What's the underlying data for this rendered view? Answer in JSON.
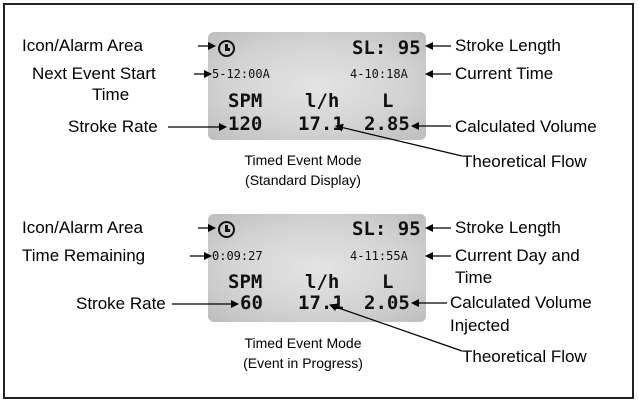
{
  "panel1": {
    "labels": {
      "icon_alarm_area": "Icon/Alarm Area",
      "next_event": "Next Event Start",
      "next_event_2": "Time",
      "stroke_rate": "Stroke Rate",
      "stroke_length": "Stroke Length",
      "current_time": "Current Time",
      "calculated_volume": "Calculated Volume",
      "theoretical_flow": "Theoretical Flow"
    },
    "lcd": {
      "sl": "SL: 95",
      "next_event_time": "5-12:00A",
      "current_time": "4-10:18A",
      "h_spm": "SPM",
      "h_flow": "l/h",
      "h_vol": "L",
      "v_spm": "120",
      "v_flow": "17.1",
      "v_vol": "2.85"
    },
    "caption_1": "Timed Event Mode",
    "caption_2": "(Standard Display)"
  },
  "panel2": {
    "labels": {
      "icon_alarm_area": "Icon/Alarm Area",
      "time_remaining": "Time Remaining",
      "stroke_rate": "Stroke Rate",
      "stroke_length": "Stroke Length",
      "current_day_1": "Current Day and",
      "current_day_2": "Time",
      "calc_vol_1": "Calculated Volume",
      "calc_vol_2": "Injected",
      "theoretical_flow": "Theoretical Flow"
    },
    "lcd": {
      "sl": "SL: 95",
      "time_remaining": "0:09:27",
      "current_time": "4-11:55A",
      "h_spm": "SPM",
      "h_flow": "l/h",
      "h_vol": "L",
      "v_spm": "60",
      "v_flow": "17.1",
      "v_vol": "2.05"
    },
    "caption_1": "Timed Event Mode",
    "caption_2": "(Event in Progress)"
  },
  "icons": {
    "alarm_icon": "clock-icon"
  }
}
